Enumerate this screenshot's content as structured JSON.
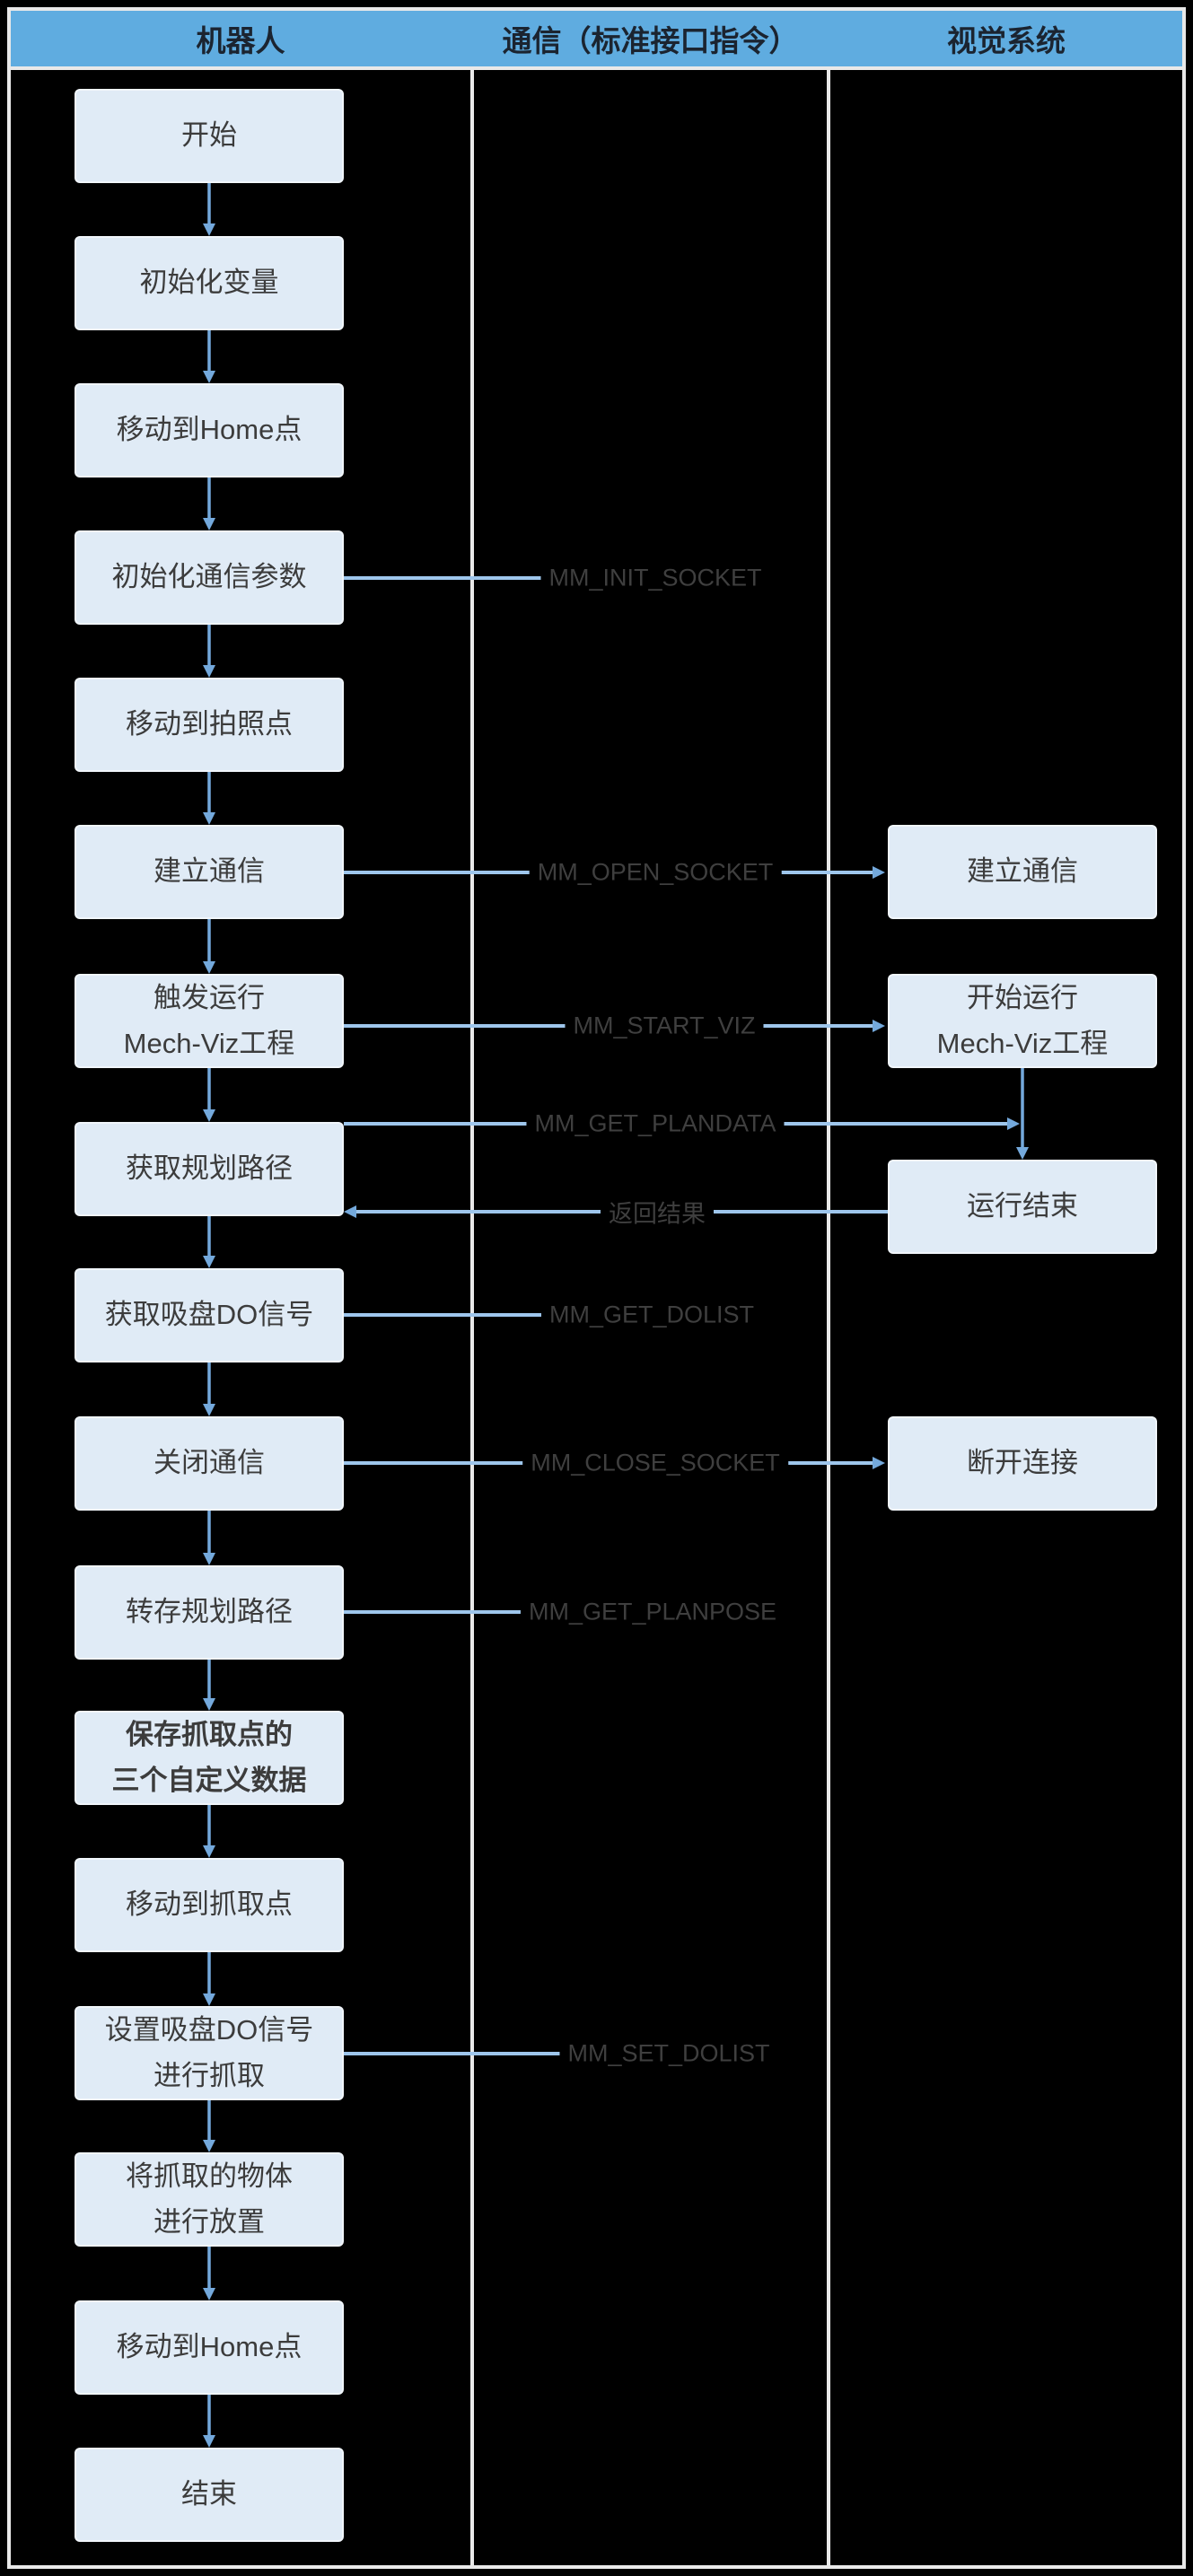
{
  "headers": {
    "robot": "机器人",
    "communication": "通信（标准接口指令）",
    "vision": "视觉系统"
  },
  "robot_flow": [
    {
      "label": "开始"
    },
    {
      "label": "初始化变量"
    },
    {
      "label": "移动到Home点"
    },
    {
      "label": "初始化通信参数"
    },
    {
      "label": "移动到拍照点"
    },
    {
      "label": "建立通信"
    },
    {
      "label": "触发运行\nMech-Viz工程"
    },
    {
      "label": "获取规划路径"
    },
    {
      "label": "获取吸盘DO信号"
    },
    {
      "label": "关闭通信"
    },
    {
      "label": "转存规划路径"
    },
    {
      "label": "保存抓取点的\n三个自定义数据"
    },
    {
      "label": "移动到抓取点"
    },
    {
      "label": "设置吸盘DO信号\n进行抓取"
    },
    {
      "label": "将抓取的物体\n进行放置"
    },
    {
      "label": "移动到Home点"
    },
    {
      "label": "结束"
    }
  ],
  "vision_flow": [
    {
      "label": "建立通信"
    },
    {
      "label": "开始运行\nMech-Viz工程"
    },
    {
      "label": "运行结束"
    },
    {
      "label": "断开连接"
    }
  ],
  "commands": [
    {
      "label": "MM_INIT_SOCKET"
    },
    {
      "label": "MM_OPEN_SOCKET"
    },
    {
      "label": "MM_START_VIZ"
    },
    {
      "label": "MM_GET_PLANDATA"
    },
    {
      "label": "返回结果"
    },
    {
      "label": "MM_GET_DOLIST"
    },
    {
      "label": "MM_CLOSE_SOCKET"
    },
    {
      "label": "MM_GET_PLANPOSE"
    },
    {
      "label": "MM_SET_DOLIST"
    }
  ],
  "colors": {
    "background": "#000000",
    "header_bg": "#5FACE0",
    "header_text": "#1B2430",
    "node_bg": "#E0EBF6",
    "node_text": "#3C3C3C",
    "command_text": "#3F3F3F",
    "connector": "#9EC6EC",
    "flow_arrow": "#74A9DC",
    "grid_border": "#E9E9E9"
  }
}
